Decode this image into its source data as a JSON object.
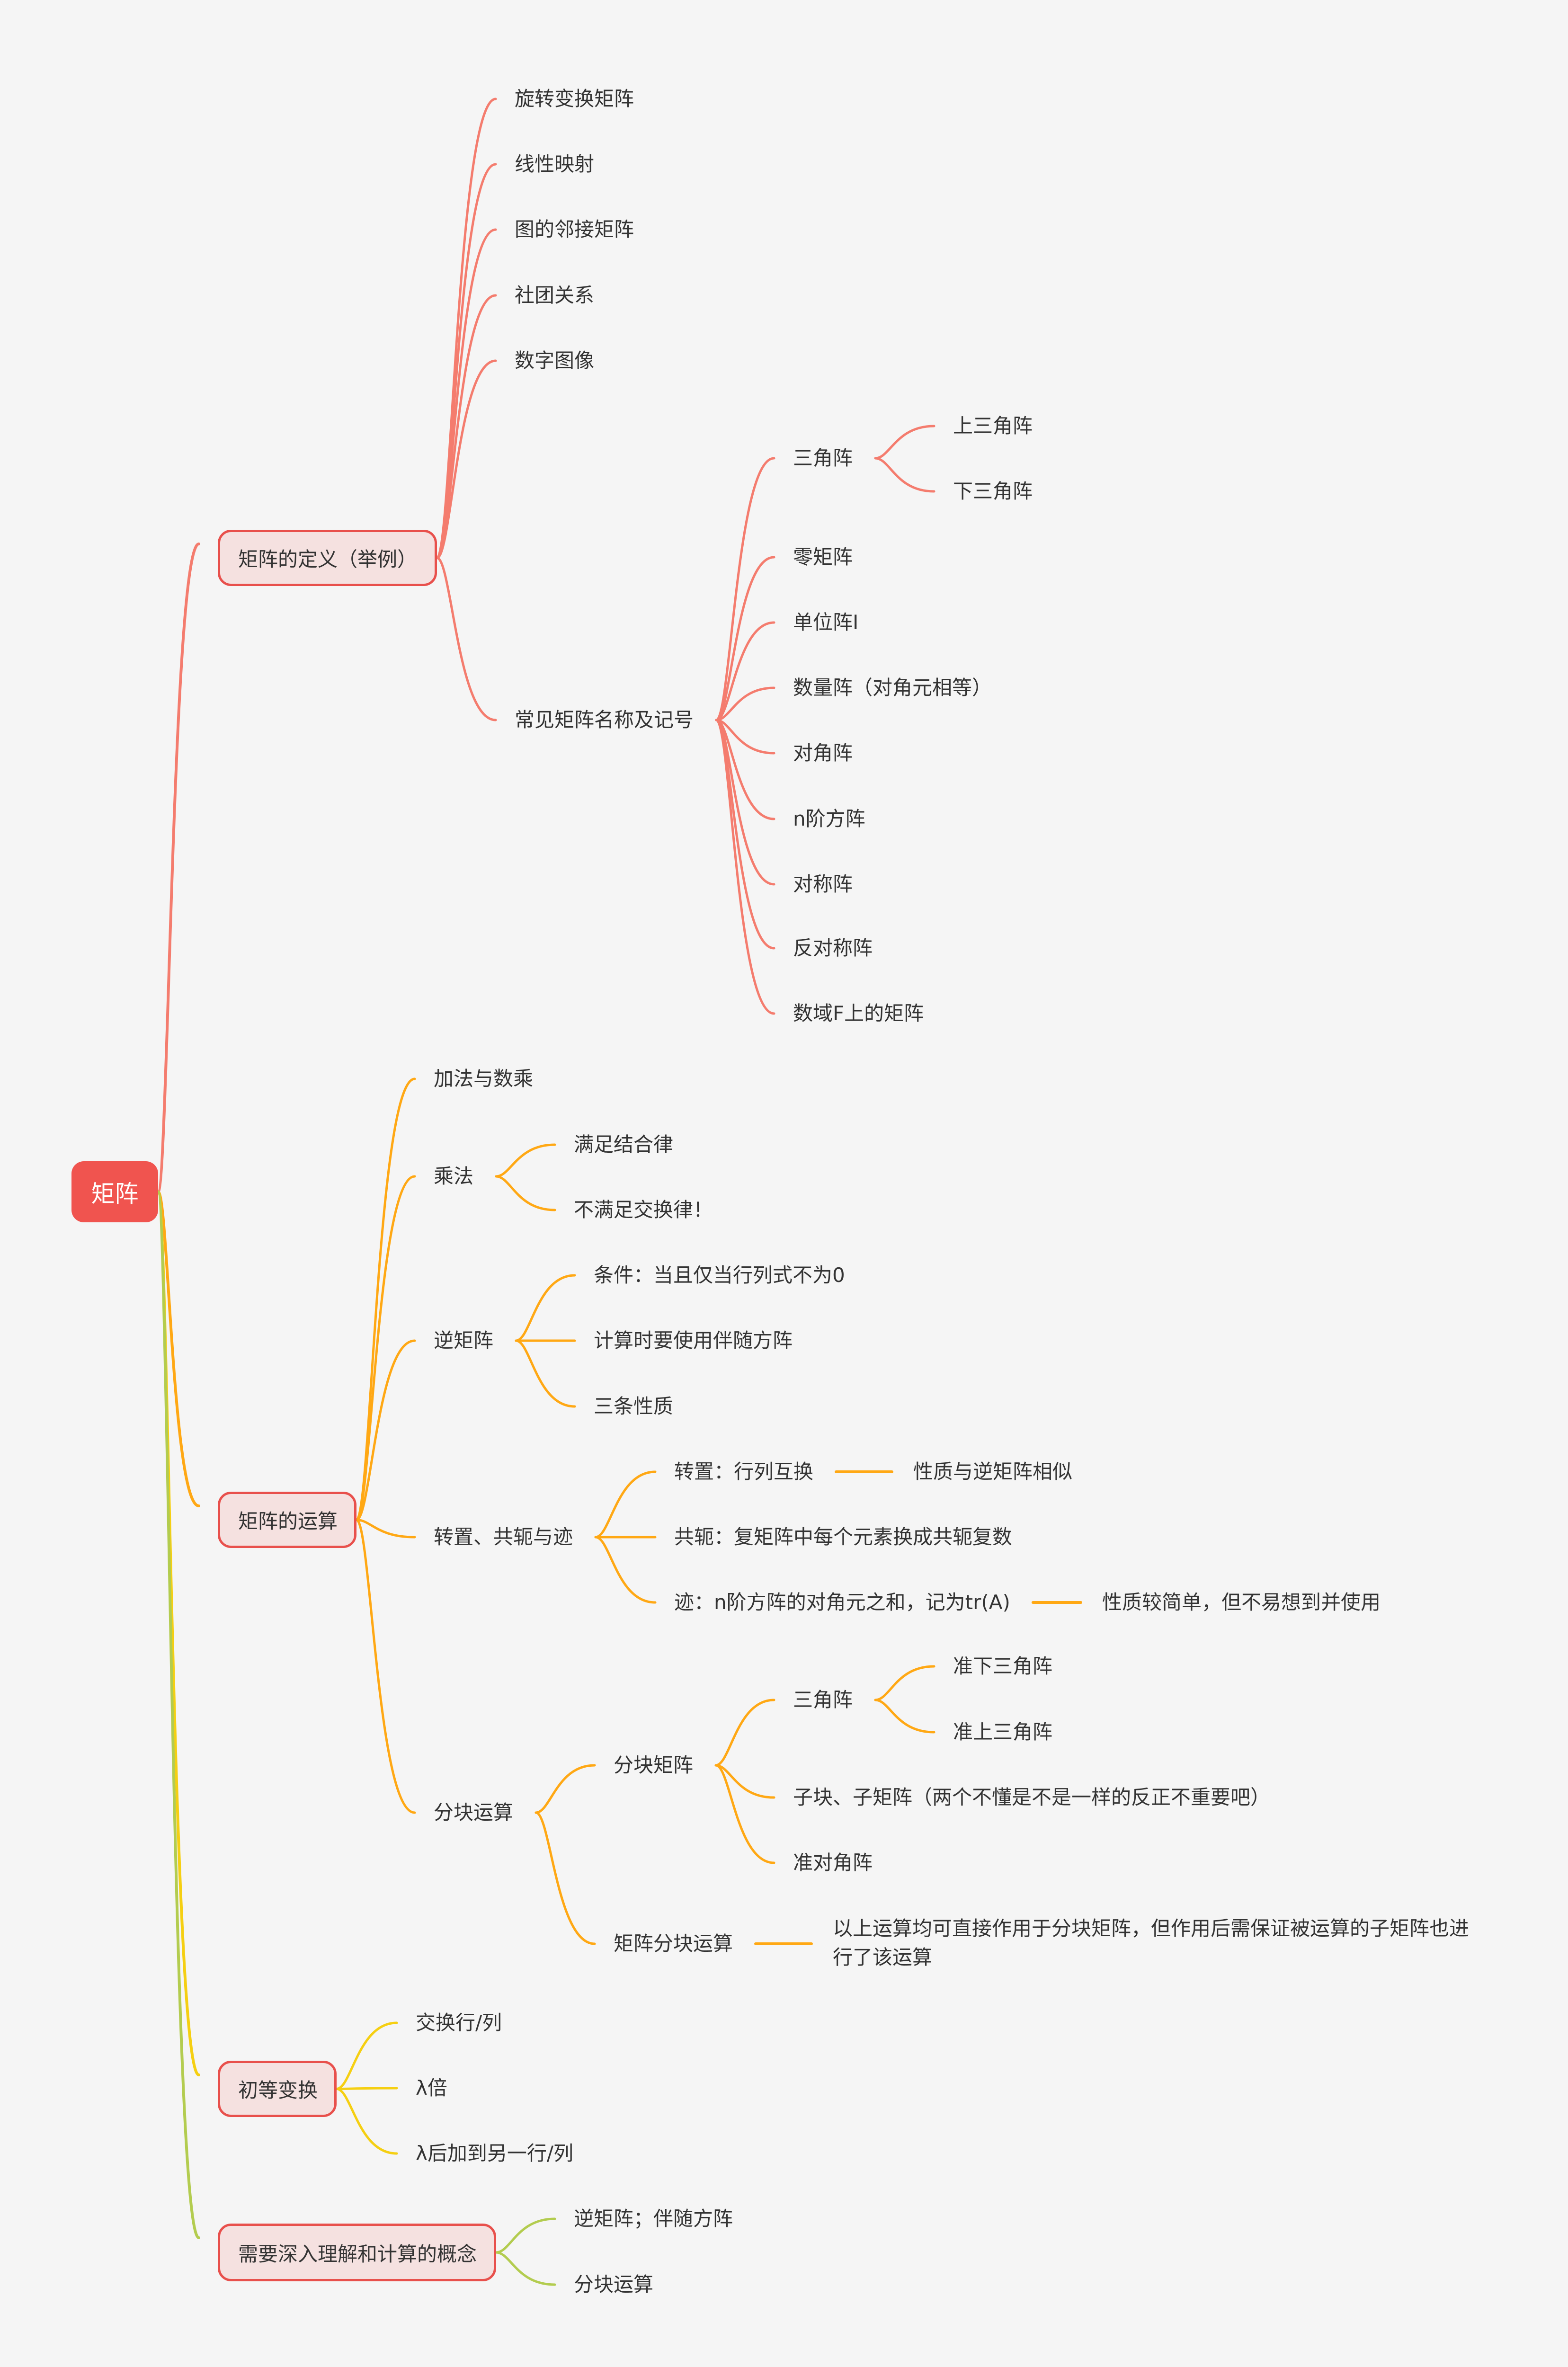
{
  "root": "矩阵",
  "colors": {
    "definition": "#f47c6e",
    "operations": "#ffa814",
    "elementary": "#f5cf12",
    "concepts": "#b3cc4f",
    "box_border": "#e8504c",
    "box_fill": "#f5e1e0",
    "root_fill": "#f0544f"
  },
  "definition": {
    "label": "矩阵的定义（举例）",
    "examples": [
      "旋转变换矩阵",
      "线性映射",
      "图的邻接矩阵",
      "社团关系",
      "数字图像"
    ],
    "common": {
      "label": "常见矩阵名称及记号",
      "triangular": {
        "label": "三角阵",
        "children": [
          "上三角阵",
          "下三角阵"
        ]
      },
      "items": [
        "零矩阵",
        "单位阵I",
        "数量阵（对角元相等）",
        "对角阵",
        "n阶方阵",
        "对称阵",
        "反对称阵",
        "数域F上的矩阵"
      ]
    }
  },
  "operations": {
    "label": "矩阵的运算",
    "add": "加法与数乘",
    "mul": {
      "label": "乘法",
      "children": [
        "满足结合律",
        "不满足交换律！"
      ]
    },
    "inverse": {
      "label": "逆矩阵",
      "children": [
        "条件：当且仅当行列式不为0",
        "计算时要使用伴随方阵",
        "三条性质"
      ]
    },
    "transpose": {
      "label": "转置、共轭与迹",
      "children": [
        "转置：行列互换",
        "共轭：复矩阵中每个元素换成共轭复数",
        "迹：n阶方阵的对角元之和，记为tr(A)"
      ],
      "notes": [
        "性质与逆矩阵相似",
        "性质较简单，但不易想到并使用"
      ]
    },
    "block": {
      "label": "分块运算",
      "matrix": {
        "label": "分块矩阵",
        "triangular": {
          "label": "三角阵",
          "children": [
            "准下三角阵",
            "准上三角阵"
          ]
        },
        "items": [
          "子块、子矩阵（两个不懂是不是一样的反正不重要吧）",
          "准对角阵"
        ]
      },
      "ops": {
        "label": "矩阵分块运算",
        "note": "以上运算均可直接作用于分块矩阵，但作用后需保证被运算的子矩阵也进行了该运算"
      }
    }
  },
  "elementary": {
    "label": "初等变换",
    "children": [
      "交换行/列",
      "λ倍",
      "λ后加到另一行/列"
    ]
  },
  "concepts": {
    "label": "需要深入理解和计算的概念",
    "children": [
      "逆矩阵；伴随方阵",
      "分块运算"
    ]
  }
}
